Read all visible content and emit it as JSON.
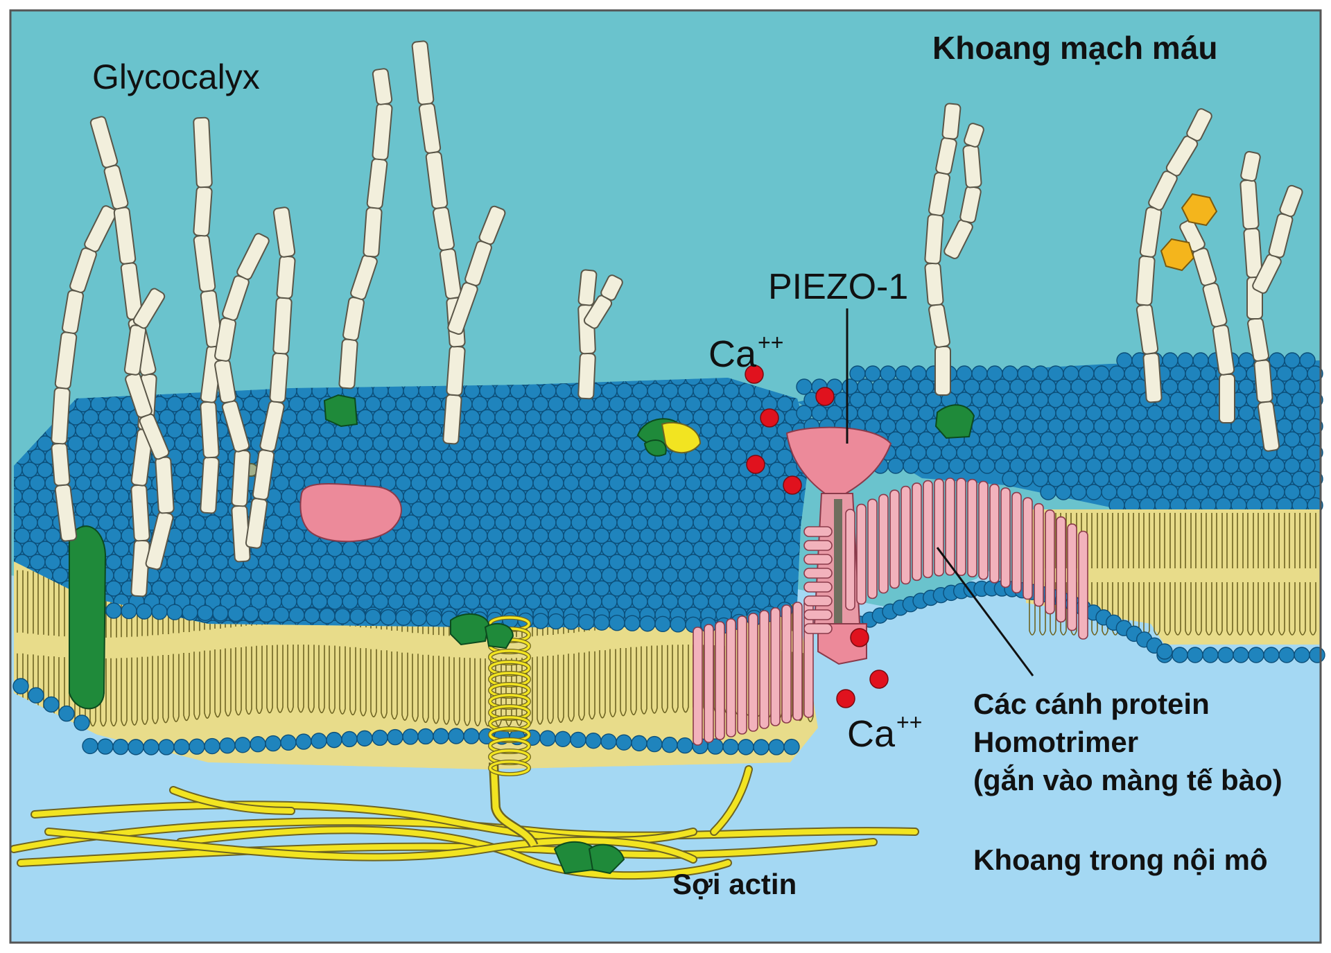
{
  "labels": {
    "glycocalyx": "Glycocalyx",
    "vessel_lumen": "Khoang mạch máu",
    "piezo": "PIEZO-1",
    "ca_top": "Ca",
    "ca_top_charge": "++",
    "ca_bottom": "Ca",
    "ca_bottom_charge": "++",
    "blades_line1": "Các cánh protein",
    "blades_line2": "Homotrimer",
    "blades_line3": "(gắn vào màng tế bào)",
    "endothelial_space": "Khoang trong nội mô",
    "actin": "Sợi actin"
  },
  "colors": {
    "outside": "#6ac3cd",
    "inside": "#a4d8f3",
    "head": "#1f84bd",
    "head_edge": "#0c4f7a",
    "tail": "#e8dc8a",
    "tail_edge": "#6d6322",
    "protein_pink": "#ec8a9a",
    "blade_pink": "#f2b2bc",
    "green": "#1f8a3a",
    "yellow": "#f2e421",
    "sugar": "#f2efdc",
    "calcium": "#e0121e",
    "orange_sugar": "#f4b51c"
  }
}
